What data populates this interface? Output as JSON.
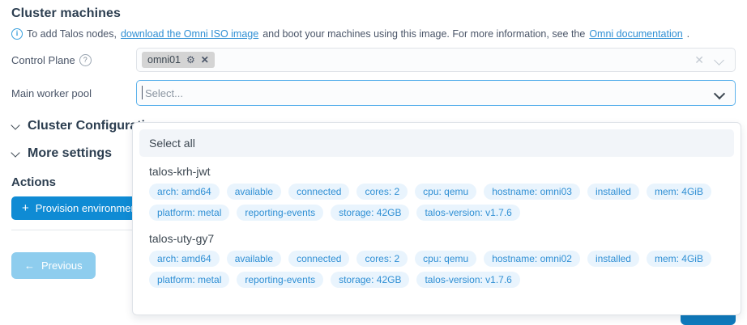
{
  "page": {
    "title": "Cluster machines",
    "info": {
      "icon": "info-circle-icon",
      "text_before": "To add Talos nodes,",
      "link1": "download the Omni ISO image",
      "text_middle": "and boot your machines using this image. For more information, see the",
      "link2": "Omni documentation",
      "text_after": "."
    }
  },
  "control_plane": {
    "label": "Control Plane",
    "help_icon": "question-mark-icon",
    "chip": {
      "label": "omni01",
      "gear_icon": "gear-icon",
      "remove_icon": "close-icon"
    },
    "clear_icon": "clear-icon",
    "chevron_icon": "chevron-down-icon"
  },
  "worker_pool": {
    "label": "Main worker pool",
    "placeholder": "Select...",
    "value": "",
    "chevron_icon": "chevron-down-icon"
  },
  "sections": [
    {
      "label": "Cluster Configuration",
      "caret_icon": "chevron-down-icon"
    },
    {
      "label": "More settings",
      "caret_icon": "chevron-down-icon"
    }
  ],
  "actions": {
    "title": "Actions",
    "provision_button": "Provision environment",
    "provision_plus_icon": "plus-icon"
  },
  "footer": {
    "previous_button": "Previous",
    "previous_arrow_icon": "arrow-left-icon",
    "next_button": ""
  },
  "dropdown": {
    "select_all": "Select all",
    "options": [
      {
        "name": "talos-krh-jwt",
        "tags": [
          "arch: amd64",
          "available",
          "connected",
          "cores: 2",
          "cpu: qemu",
          "hostname: omni03",
          "installed",
          "mem: 4GiB",
          "platform: metal",
          "reporting-events",
          "storage: 42GB",
          "talos-version: v1.7.6"
        ]
      },
      {
        "name": "talos-uty-gy7",
        "tags": [
          "arch: amd64",
          "available",
          "connected",
          "cores: 2",
          "cpu: qemu",
          "hostname: omni02",
          "installed",
          "mem: 4GiB",
          "platform: metal",
          "reporting-events",
          "storage: 42GB",
          "talos-version: v1.7.6"
        ]
      }
    ]
  },
  "colors": {
    "accent": "#0f8bd4",
    "link": "#2f8fd4",
    "tag_bg": "#e9f4fd",
    "tag_text": "#2f8fd4",
    "chip_bg": "#d4d4d4",
    "focus_border": "#5eb3ec"
  }
}
